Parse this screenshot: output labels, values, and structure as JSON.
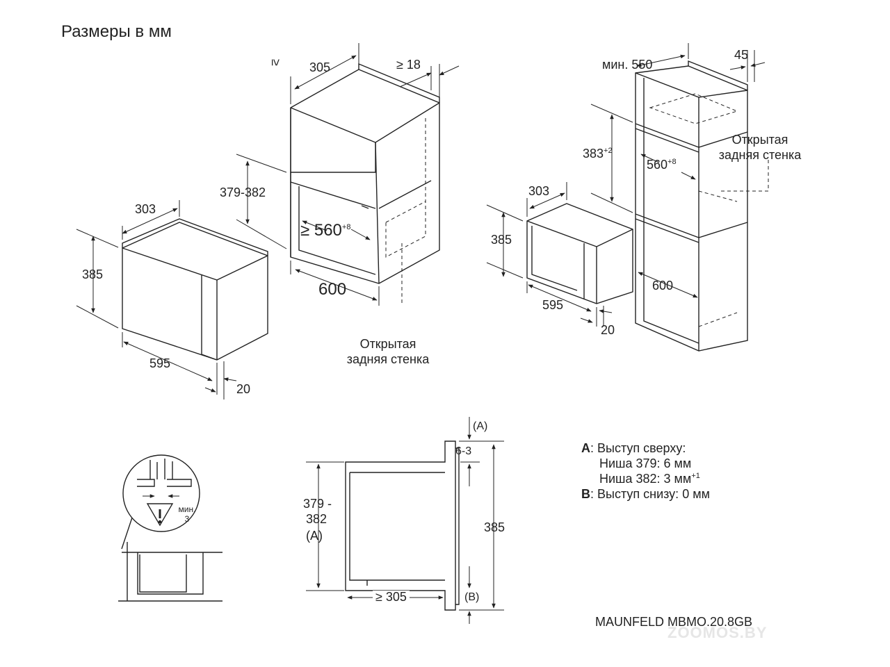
{
  "title": "Размеры в мм",
  "model": "MAUNFELD MBMO.20.8GB",
  "watermark": "ZOOMOS.BY",
  "open_back": {
    "line1": "Открытая",
    "line2": "задняя стенка"
  },
  "fig1": {
    "depth": "303",
    "height": "385",
    "width": "595",
    "door": "20"
  },
  "fig2": {
    "ge": "≥",
    "depth": "305",
    "panel": "≥ 18",
    "niche_h": "379-382",
    "niche_w": "≥ 560",
    "niche_w_sup": "+8",
    "width": "600"
  },
  "fig3": {
    "min_depth": "мин. 550",
    "side": "45",
    "niche_h": "383",
    "niche_h_sup": "+2",
    "niche_w": "560",
    "niche_w_sup": "+8",
    "depth": "303",
    "height": "385",
    "width": "600",
    "front": "595",
    "door": "20"
  },
  "fig4": {
    "min": "мин.",
    "min_val": "3"
  },
  "fig5": {
    "a_label": "(A)",
    "b_label": "(B)",
    "gap": "6-3",
    "niche_top": "379 -",
    "niche_bot": "382",
    "height": "385",
    "depth": "≥ 305"
  },
  "notes": {
    "a_key": "A",
    "a_title": ": Выступ сверху:",
    "a_379": "Ниша 379: 6 мм",
    "a_382": "Ниша 382: 3 мм",
    "a_382_sup": "+1",
    "b_key": "B",
    "b_title": ": Выступ снизу:  0",
    "b_unit": " мм"
  }
}
